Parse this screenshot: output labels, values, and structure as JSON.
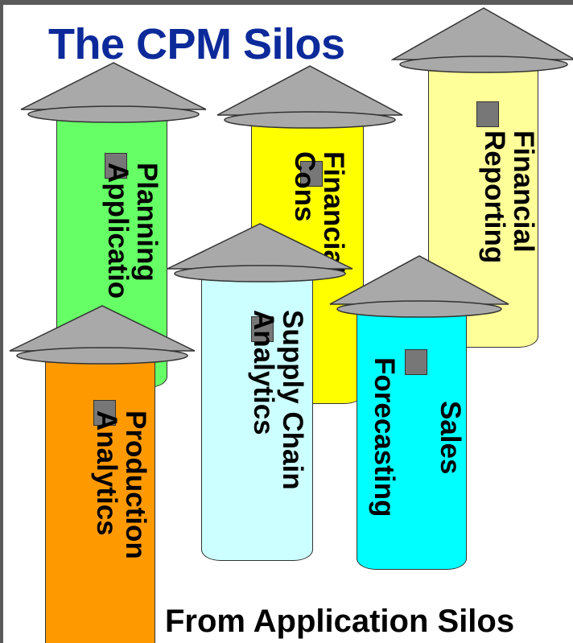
{
  "title": "The CPM Silos",
  "footer": "From Application Silos",
  "colors": {
    "title": "#0d2a9a",
    "roof": "#a9a9a9",
    "planning": "#66ff66",
    "consolidation": "#ffff00",
    "reporting": "#ffff99",
    "supply_chain": "#ccffff",
    "sales": "#00ffff",
    "production": "#ff9900"
  },
  "silos": {
    "planning": {
      "line1": "Planning",
      "line2": "Applicatio"
    },
    "consolidation": {
      "line1": "Financial",
      "line2": "Cons"
    },
    "reporting": {
      "line1": "Financial",
      "line2": "Reporting"
    },
    "supply_chain": {
      "line1": "Supply Chain",
      "line2": "Analytics"
    },
    "sales": {
      "line1": "Sales",
      "line2": "Forecasting"
    },
    "production": {
      "line1": "Production",
      "line2": "Analytics"
    }
  }
}
